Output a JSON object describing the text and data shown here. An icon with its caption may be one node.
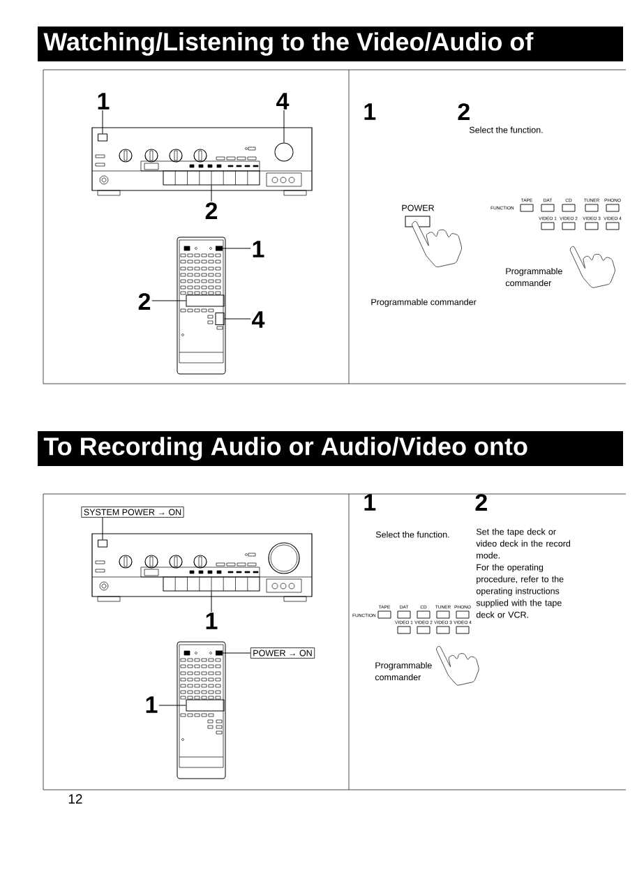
{
  "diagram": {
    "title": "Watching/Listening to the Video/Audio of",
    "nodes": [
      {
        "text": [
          "1"
        ]
      },
      {
        "text": [],
        "shape": "box"
      },
      {
        "text": [
          "4"
        ]
      },
      {
        "text": [],
        "shape": "circle"
      },
      {
        "text": [
          "2"
        ]
      },
      {
        "text": [],
        "shape": "box"
      },
      {
        "text": [
          "1"
        ]
      },
      {
        "text": [],
        "shape": "box"
      },
      {
        "text": [
          "2"
        ]
      },
      {
        "text": [],
        "shape": "box"
      },
      {
        "text": [
          "4"
        ]
      },
      {
        "text": [],
        "shape": "box"
      },
      {
        "text": [
          "SYSTEM POWER → ON"
        ]
      },
      {
        "text": [],
        "shape": "box"
      },
      {
        "text": [
          "1"
        ]
      },
      {
        "text": [],
        "shape": "box"
      },
      {
        "text": [
          "POWER → ON"
        ]
      },
      {
        "text": [],
        "shape": "box"
      },
      {
        "text": [
          "1"
        ]
      },
      {
        "text": [],
        "shape": "box"
      }
    ],
    "edges": [
      {
        "from": 0,
        "to": 1,
        "arrow": "none"
      },
      {
        "from": 2,
        "to": 3,
        "arrow": "none"
      },
      {
        "from": 4,
        "to": 5,
        "arrow": "none"
      },
      {
        "from": 6,
        "to": 7,
        "arrow": "none"
      },
      {
        "from": 8,
        "to": 9,
        "arrow": "none"
      },
      {
        "from": 10,
        "to": 11,
        "arrow": "none"
      },
      {
        "from": 12,
        "to": 13,
        "arrow": "none"
      },
      {
        "from": 14,
        "to": 15,
        "arrow": "none"
      },
      {
        "from": 16,
        "to": 17,
        "arrow": "none"
      },
      {
        "from": 18,
        "to": 19,
        "arrow": "none"
      }
    ],
    "labels": [
      "1",
      "2",
      "Select the function.",
      "POWER",
      "FUNCTION",
      "TAPE",
      "DAT",
      "CD",
      "TUNER",
      "PHONO",
      "VIDEO 1",
      "VIDEO 2",
      "VIDEO 3",
      "VIDEO 4",
      "Programmable commander",
      "Programmable commander",
      "To Recording Audio or Audio/Video onto",
      "1",
      "Select the function.",
      "2",
      "Set the tape deck or video deck in the record mode.",
      "For the operating procedure, refer to the operating instructions supplied with the tape deck or VCR.",
      "FUNCTION",
      "TAPE",
      "DAT",
      "CD",
      "TUNER",
      "PHONO",
      "VIDEO 1",
      "VIDEO 2",
      "VIDEO 3",
      "VIDEO 4",
      "Programmable commander",
      "12"
    ]
  }
}
